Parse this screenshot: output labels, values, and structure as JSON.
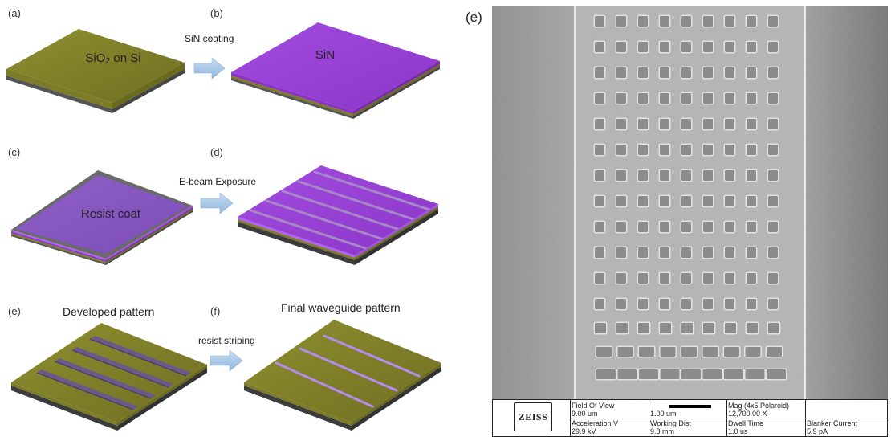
{
  "panels": {
    "a": {
      "label": "(a)",
      "text": "SiO₂ on Si"
    },
    "b": {
      "label": "(b)",
      "text": "SiN"
    },
    "c": {
      "label": "(c)",
      "text": "Resist coat"
    },
    "d": {
      "label": "(d)"
    },
    "e_left": {
      "label": "(e)",
      "heading": "Developed pattern"
    },
    "f": {
      "label": "(f)",
      "heading": "Final waveguide pattern"
    },
    "e_right": {
      "label": "(e)"
    }
  },
  "steps": {
    "step1": "SiN coating",
    "step2": "E-beam Exposure",
    "step3": "resist striping"
  },
  "colors": {
    "oxide": "#8a8a2e",
    "silicon": "#555555",
    "nitride": "#9b3fd6",
    "resist": "#a05ae6",
    "arrow": "#a9c9e8"
  },
  "sem_info": {
    "logo": "ZEISS",
    "field_of_view_label": "Field Of View",
    "field_of_view_value": "9.00 um",
    "scale_value": "1.00 um",
    "mag_label": "Mag (4x5 Polaroid)",
    "mag_value": "12,700.00 X",
    "accel_label": "Acceleration V",
    "accel_value": "29.9 kV",
    "wd_label": "Working Dist",
    "wd_value": "9.8 mm",
    "dwell_label": "Dwell Time",
    "dwell_value": "1.0 us",
    "blanker_label": "Blanker Current",
    "blanker_value": "5.9 pA"
  }
}
